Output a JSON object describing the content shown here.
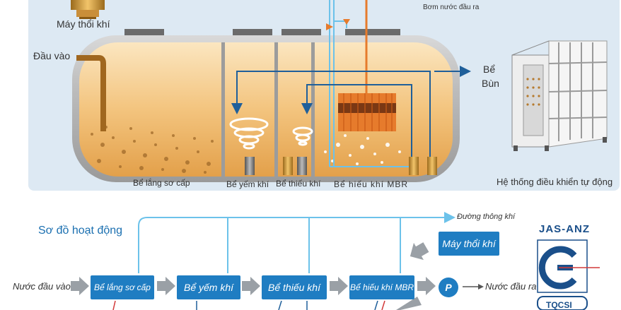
{
  "top": {
    "blower_label": "Máy thổi khí",
    "inlet_label": "Đầu vào",
    "outlet_pump_label": "Bơm nước đầu ra",
    "sludge_label_1": "Bể",
    "sludge_label_2": "Bùn",
    "control_label": "Hệ thống điều khiển tự động",
    "tanks": [
      "Bể lắng sơ cấp",
      "Bể yếm khí",
      "Bể thiếu khí",
      "Bể hiếu khí MBR"
    ]
  },
  "flow": {
    "title": "Sơ đồ hoạt động",
    "input_label": "Nước đầu vào",
    "output_label": "Nước đầu ra",
    "vent_label": "Đường thông khí",
    "blower_label": "Máy thổi khí",
    "pump_symbol": "P",
    "stages": [
      "Bể lắng sơ cấp",
      "Bể yếm khí",
      "Bể thiếu khí",
      "Bể hiếu khí MBR"
    ]
  },
  "certs": {
    "jas_label": "JAS-ANZ",
    "tqcsi_label": "TQCSI"
  },
  "colors": {
    "panel": "#dde9f3",
    "flow_box": "#1f7dc2",
    "arrow_gray": "#9aa0a6",
    "vent_line": "#6cc2ea",
    "title_blue": "#1a6fb0"
  }
}
